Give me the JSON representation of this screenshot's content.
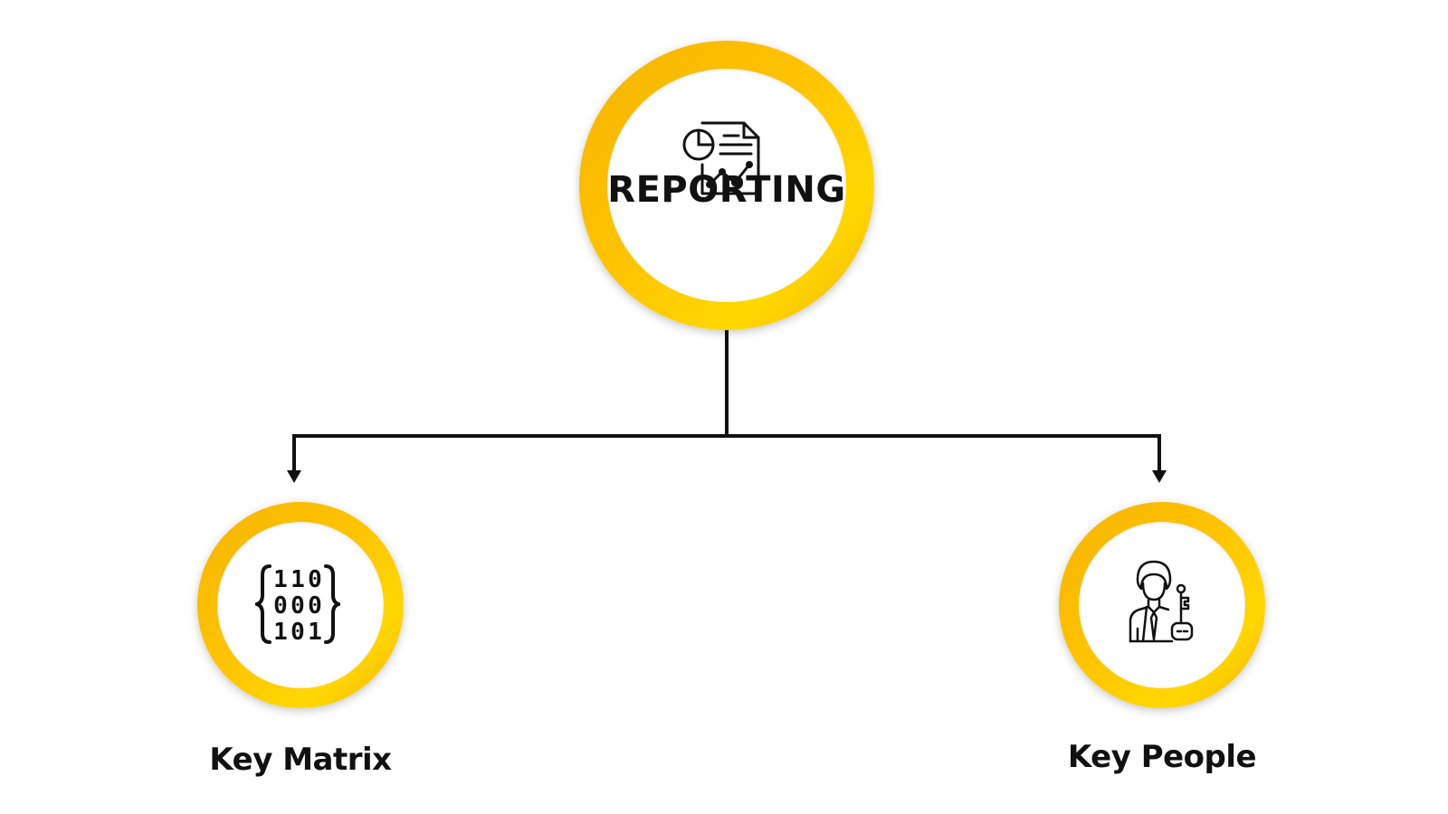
{
  "diagram": {
    "root": {
      "label": "REPORTING",
      "icon": "report-chart-document-icon"
    },
    "children": [
      {
        "label": "Key Matrix",
        "icon": "binary-matrix-icon"
      },
      {
        "label": "Key People",
        "icon": "person-with-key-icon"
      }
    ]
  },
  "colors": {
    "ring": "#ffc400",
    "ring_dark": "#f5b400",
    "connector": "#111111",
    "text": "#111111",
    "background": "#ffffff"
  }
}
